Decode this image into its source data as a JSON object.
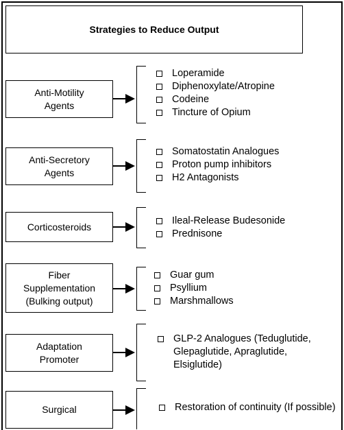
{
  "title": "Strategies to Reduce Output",
  "groups": [
    {
      "label_lines": [
        "Anti-Motility",
        "Agents"
      ],
      "items": [
        "Loperamide",
        "Diphenoxylate/Atropine",
        "Codeine",
        "Tincture of Opium"
      ]
    },
    {
      "label_lines": [
        "Anti-Secretory",
        "Agents"
      ],
      "items": [
        "Somatostatin Analogues",
        "Proton pump inhibitors",
        "H2 Antagonists"
      ]
    },
    {
      "label_lines": [
        "Corticosteroids"
      ],
      "items": [
        "Ileal-Release Budesonide",
        "Prednisone"
      ]
    },
    {
      "label_lines": [
        "Fiber",
        "Supplementation",
        "(Bulking output)"
      ],
      "items": [
        "Guar gum",
        "Psyllium",
        "Marshmallows"
      ]
    },
    {
      "label_lines": [
        "Adaptation",
        "Promoter"
      ],
      "items": [
        "GLP-2 Analogues (Teduglutide,",
        "Glepaglutide, Apraglutide,",
        "Elsiglutide)"
      ],
      "items_are_one_entry": true
    },
    {
      "label_lines": [
        "Surgical"
      ],
      "items": [
        "Restoration of continuity (If possible)"
      ]
    }
  ]
}
